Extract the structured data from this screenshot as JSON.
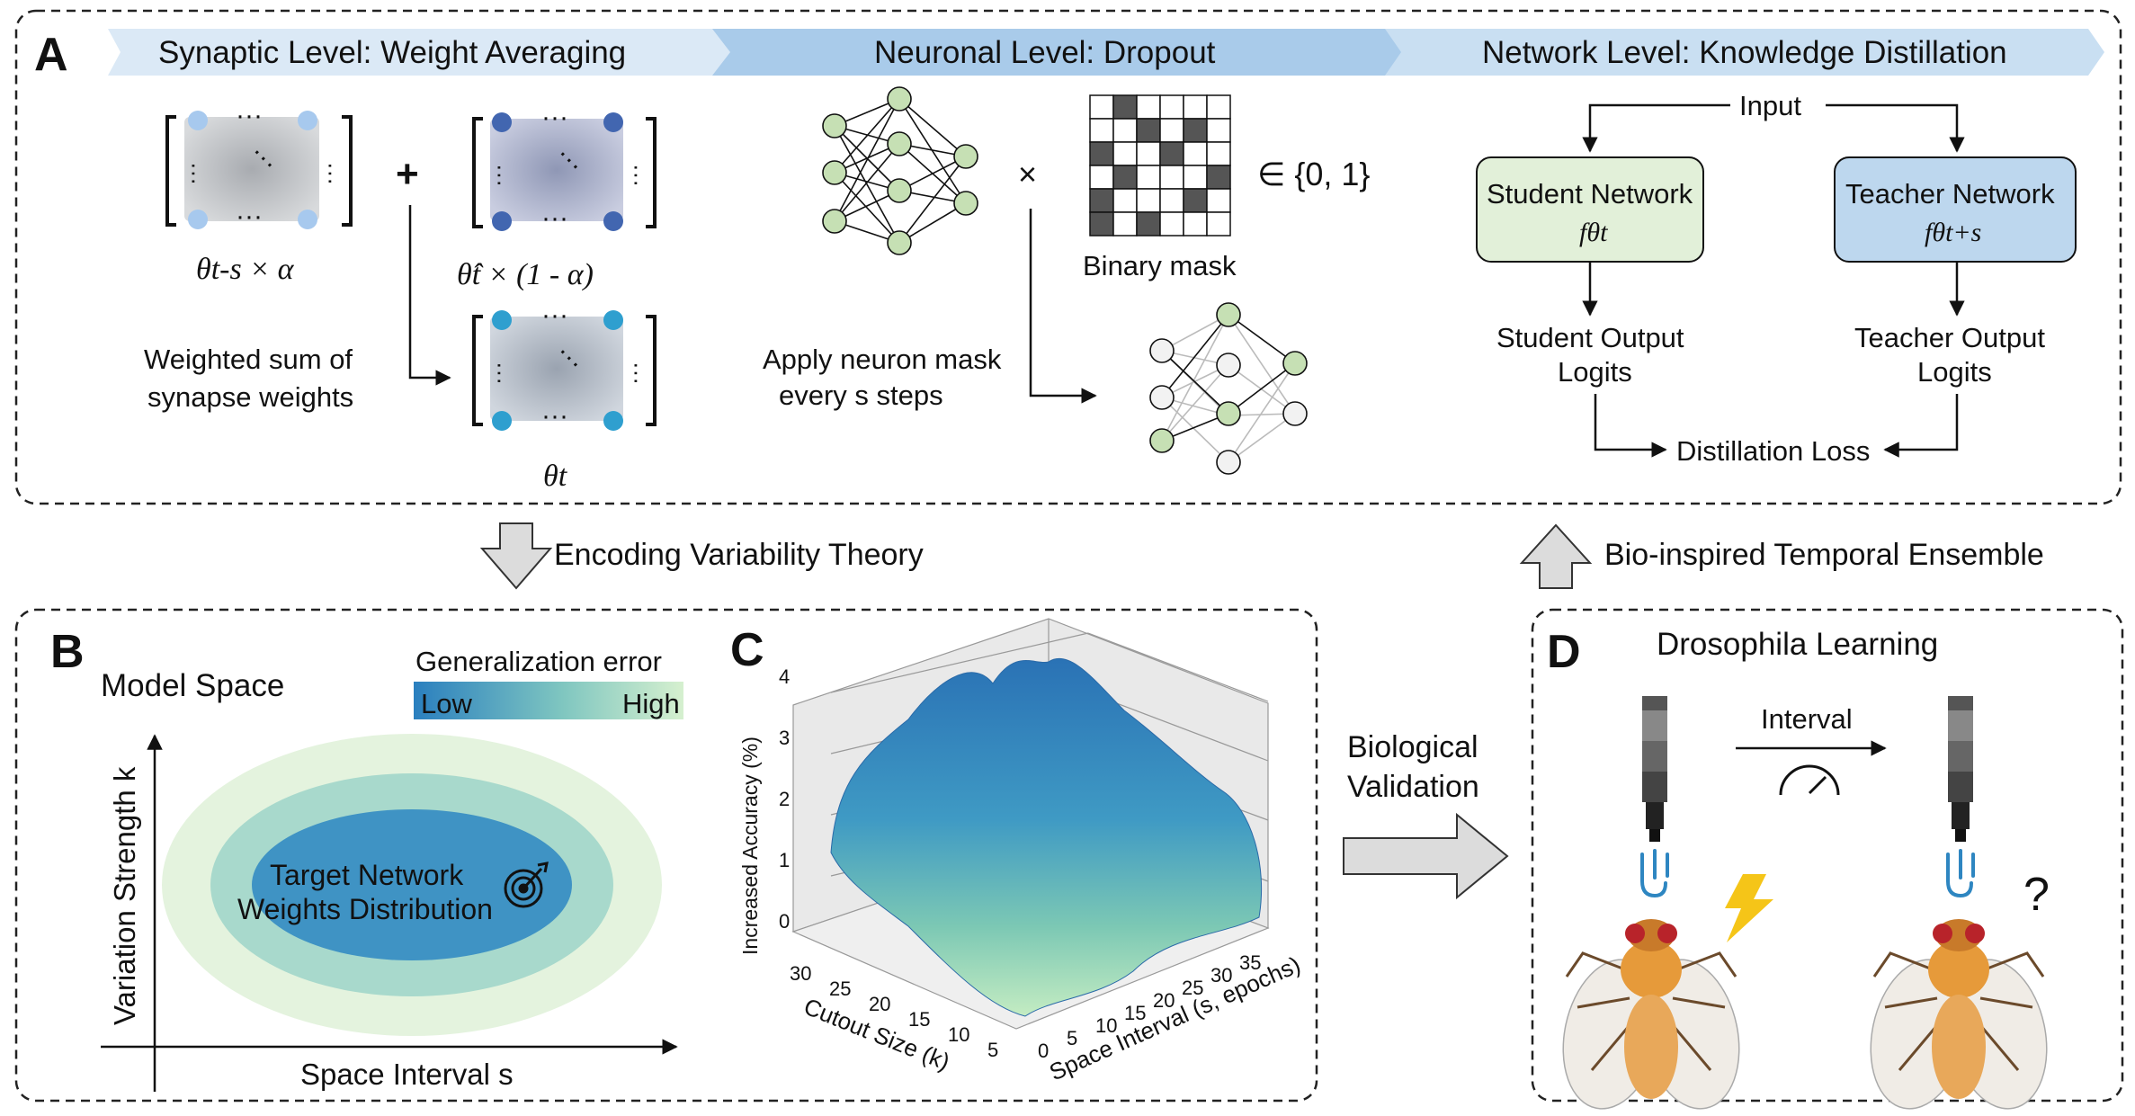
{
  "panel_a": {
    "letter": "A",
    "banner_synaptic": "Synaptic Level: Weight Averaging",
    "banner_neuronal": "Neuronal Level: Dropout",
    "banner_network": "Network Level: Knowledge Distillation",
    "theta_ts_label": "θt-s × α",
    "theta_hat_label": "θ̂t × (1 - α)",
    "theta_t_label": "θt",
    "weighted_sum_line1": "Weighted sum of",
    "weighted_sum_line2": "synapse weights",
    "binary_mask_label": "Binary mask",
    "mask_set": "∈ {0, 1}",
    "apply_mask_line1": "Apply neuron mask",
    "apply_mask_line2": "every s steps",
    "input_label": "Input",
    "student_network": "Student Network",
    "student_fn": "fθt",
    "teacher_network": "Teacher Network",
    "teacher_fn": "fθt+s",
    "student_output_line1": "Student Output",
    "student_output_line2": "Logits",
    "teacher_output_line1": "Teacher Output",
    "teacher_output_line2": "Logits",
    "distillation_loss": "Distillation Loss"
  },
  "arrows": {
    "encoding_variability": "Encoding Variability Theory",
    "bio_inspired": "Bio-inspired Temporal Ensemble",
    "biological_line1": "Biological",
    "biological_line2": "Validation"
  },
  "panel_b": {
    "letter": "B",
    "model_space": "Model Space",
    "generalization_error": "Generalization error",
    "low": "Low",
    "high": "High",
    "y_axis": "Variation Strength k",
    "x_axis": "Space Interval s",
    "target_line1": "Target Network",
    "target_line2": "Weights Distribution"
  },
  "panel_c": {
    "letter": "C",
    "z_label": "Increased Accuracy (%)",
    "z_ticks": [
      "0",
      "1",
      "2",
      "3",
      "4"
    ],
    "cutout_label": "Cutout Size (k)",
    "cutout_ticks": [
      "30",
      "25",
      "20",
      "15",
      "10",
      "5"
    ],
    "space_label": "Space Interval (s, epochs)",
    "space_ticks": [
      "0",
      "5",
      "10",
      "15",
      "20",
      "25",
      "30",
      "35"
    ]
  },
  "panel_d": {
    "letter": "D",
    "title": "Drosophila Learning",
    "interval": "Interval",
    "question": "?"
  },
  "colors": {
    "banner_light": "#dbe9f6",
    "banner_mid": "#9fc3e6",
    "student_fill": "#e2f0d9",
    "teacher_fill": "#bdd7ee",
    "node_fill": "#c6e0b4",
    "ellipse_outer": "#e4f3de",
    "ellipse_mid": "#9fd3c7",
    "ellipse_inner": "#3f93c4"
  }
}
